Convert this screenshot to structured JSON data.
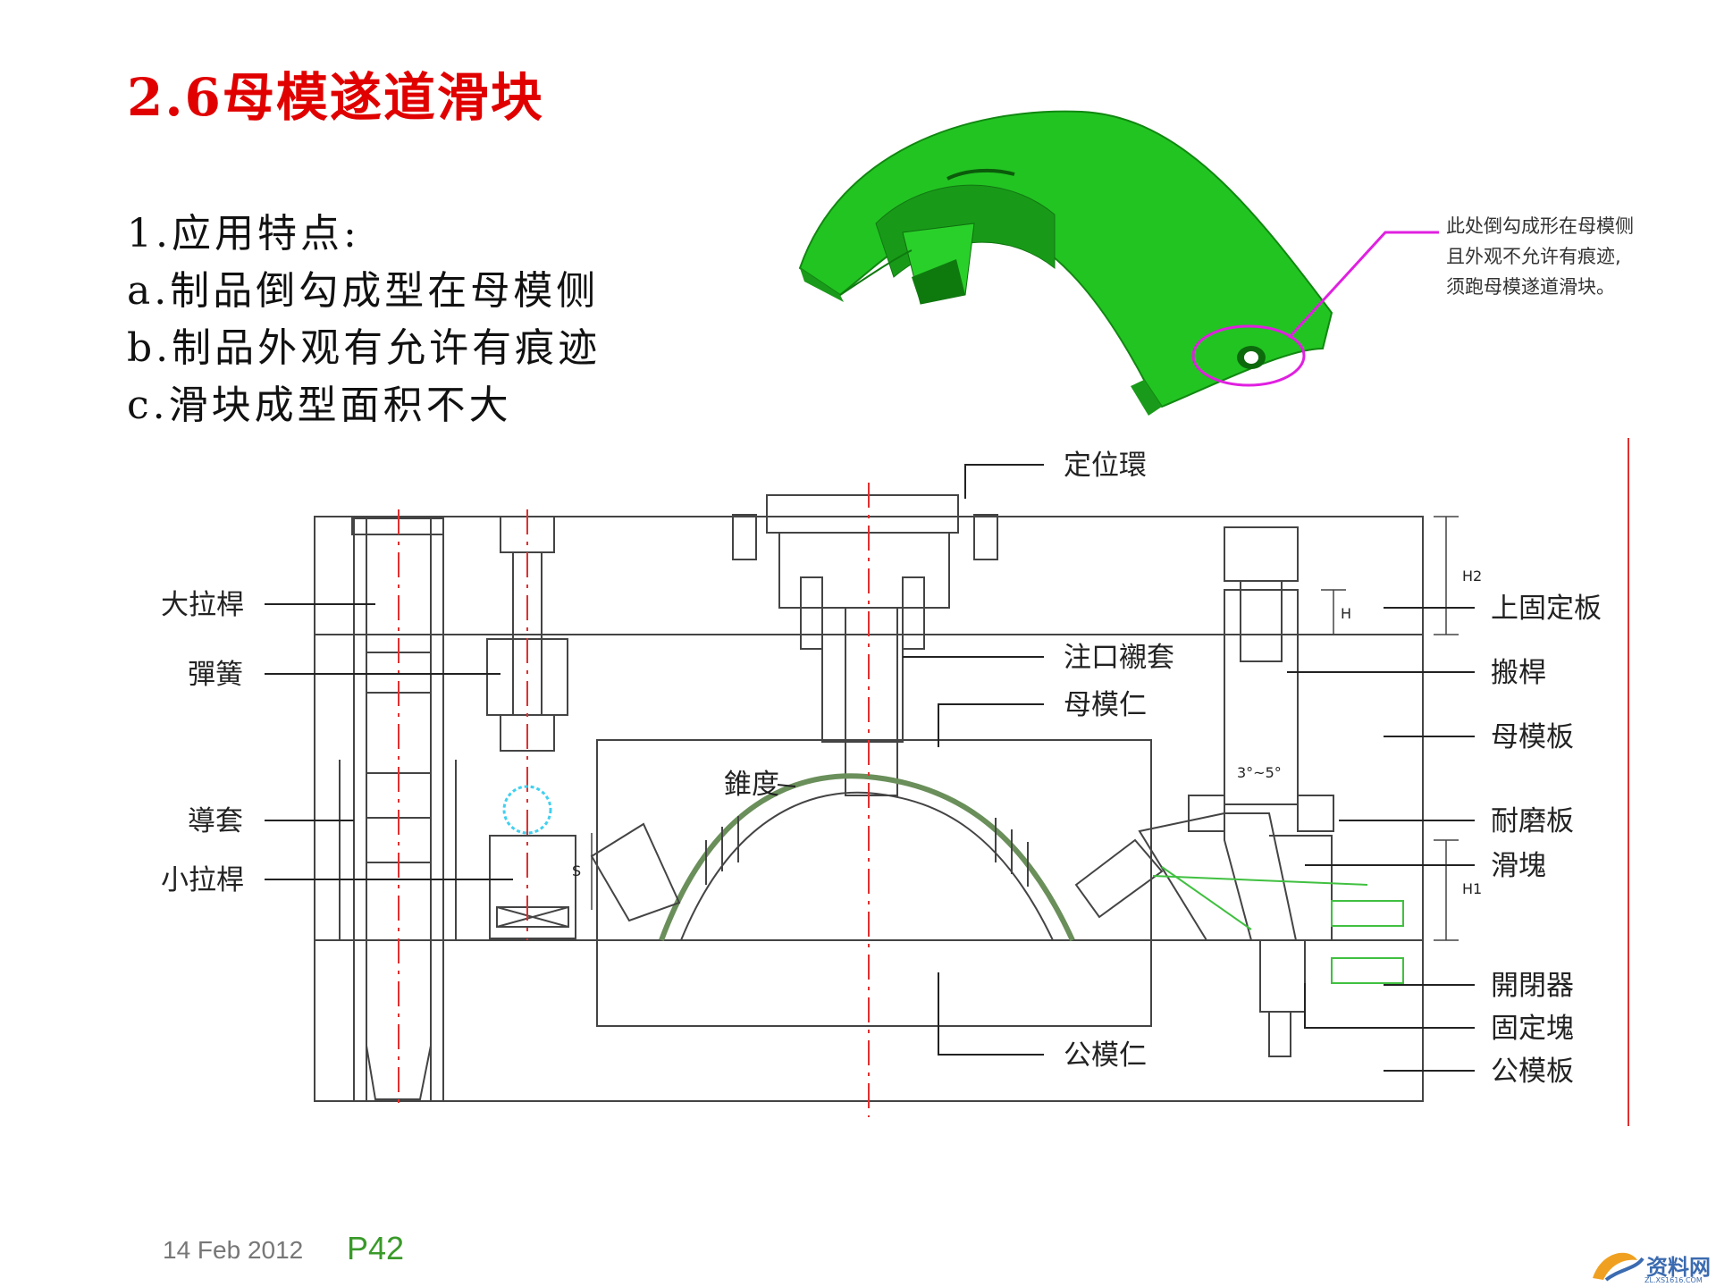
{
  "title": "2.6母模遂道滑块",
  "features": {
    "heading": "1.应用特点:",
    "items": [
      "a.制品倒勾成型在母模侧",
      "b.制品外观有允许有痕迹",
      "c.滑块成型面积不大"
    ]
  },
  "part_note": {
    "lines": [
      "此处倒勾成形在母模侧",
      "且外观不允许有痕迹,",
      "须跑母模遂道滑块。"
    ]
  },
  "diagram": {
    "labels_left": [
      "大拉桿",
      "彈簧",
      "導套",
      "小拉桿"
    ],
    "labels_top": [
      "定位環",
      "注口襯套",
      "母模仁",
      "錐度"
    ],
    "labels_right": [
      "上固定板",
      "搬桿",
      "母模板",
      "耐磨板",
      "滑塊",
      "開閉器",
      "固定塊",
      "公模板"
    ],
    "label_bottom": "公模仁",
    "dimension_labels": {
      "h2": "H2",
      "h": "H",
      "h1": "H1",
      "s": "S",
      "angle": "3°~5°"
    }
  },
  "footer": {
    "date": "14 Feb 2012",
    "page": "P42"
  },
  "watermark": {
    "text": "资料网",
    "url": "ZL.XS1616.COM"
  },
  "colors": {
    "title": "#e00000",
    "part": "#22c422",
    "callout": "#e020e0",
    "centerline": "#e03030",
    "aux": "#40c040",
    "footer_page": "#3a9a2a"
  }
}
